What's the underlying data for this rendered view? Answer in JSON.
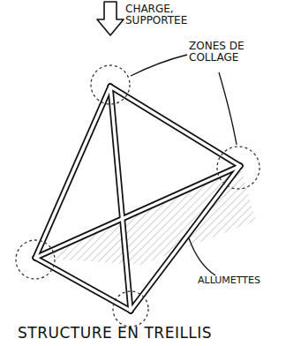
{
  "diagram": {
    "caption": "STRUCTURE EN TREILLIS",
    "labels": [
      "CHARGE, SUPPORTEE",
      "ZONES DE COLLAGE",
      "ALLUMETTES"
    ]
  }
}
